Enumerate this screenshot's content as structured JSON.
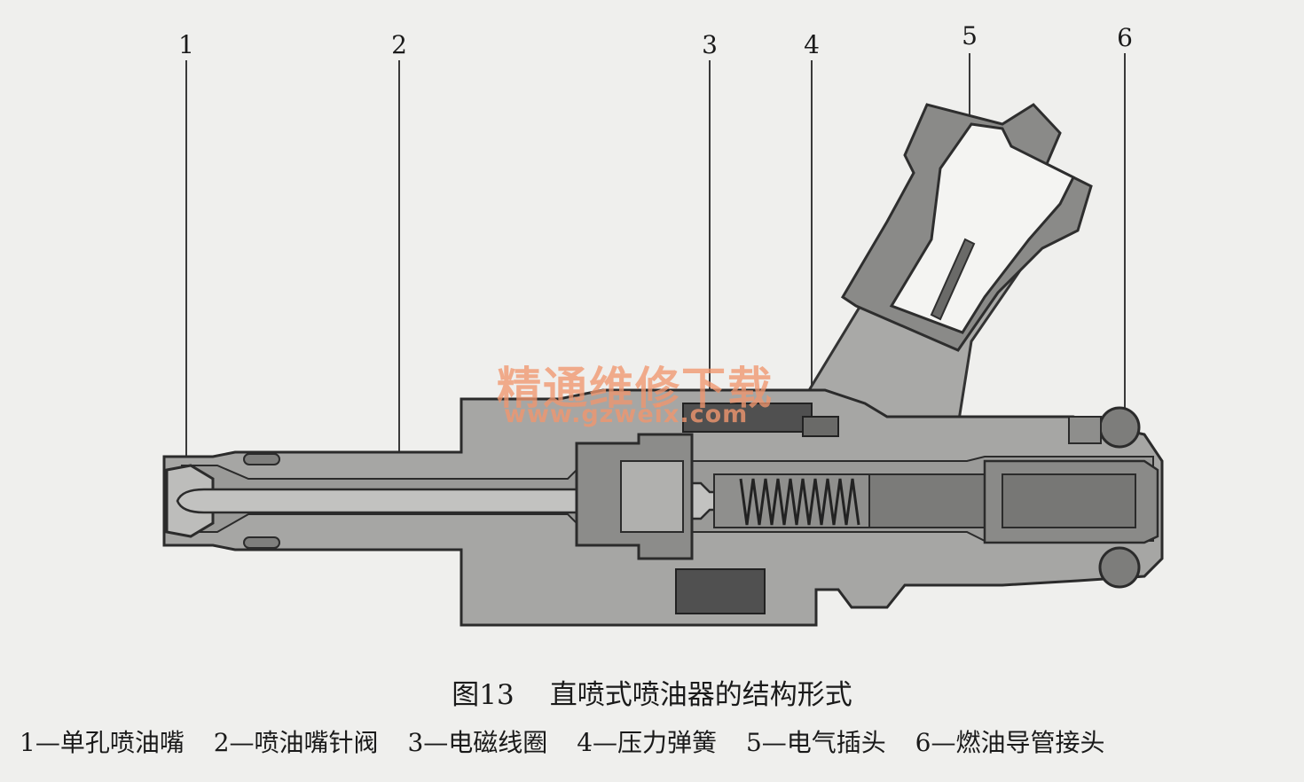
{
  "labels": [
    "1",
    "2",
    "3",
    "4",
    "5",
    "6"
  ],
  "watermark": {
    "text": "精通维修下载",
    "url": "www.gzweix.com"
  },
  "caption": {
    "figure": "图13",
    "title": "直喷式喷油器的结构形式"
  },
  "legend": [
    "1—单孔喷油嘴",
    "2—喷油嘴针阀",
    "3—电磁线圈",
    "4—压力弹簧",
    "5—电气插头",
    "6—燃油导管接头"
  ]
}
